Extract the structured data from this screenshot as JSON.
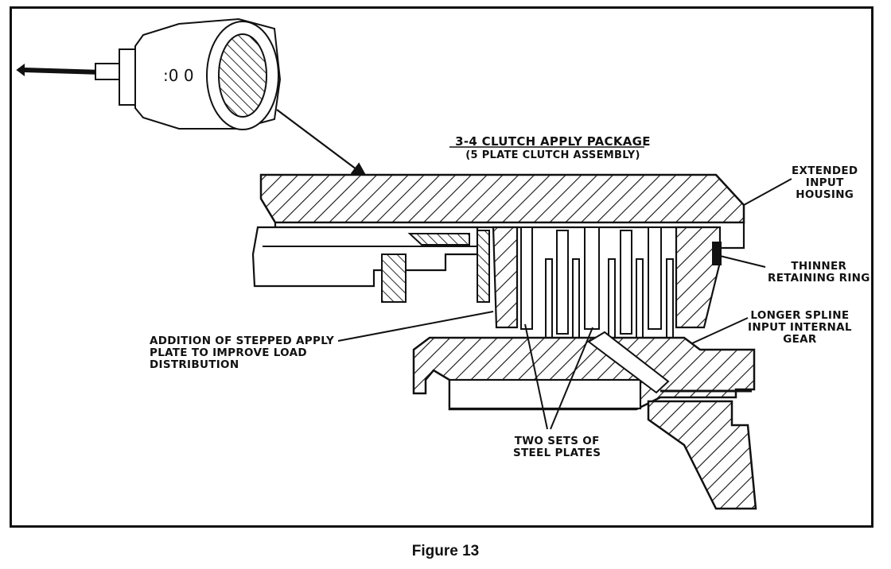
{
  "figure": {
    "title_line1": "3-4 CLUTCH APPLY PACKAGE",
    "title_line2": "(5 PLATE CLUTCH ASSEMBLY)",
    "caption": "Figure 13",
    "drum_markings": ":0  0"
  },
  "labels": {
    "extended_housing": [
      "EXTENDED",
      "INPUT",
      "HOUSING"
    ],
    "retaining_ring": [
      "THINNER",
      "RETAINING RING"
    ],
    "longer_spline": [
      "LONGER SPLINE",
      "INPUT INTERNAL",
      "GEAR"
    ],
    "stepped_apply": [
      "ADDITION OF STEPPED APPLY",
      "PLATE TO IMPROVE LOAD",
      "DISTRIBUTION"
    ],
    "steel_plates": [
      "TWO SETS OF",
      "STEEL PLATES"
    ]
  },
  "colors": {
    "ink": "#111111",
    "paper": "#ffffff"
  }
}
